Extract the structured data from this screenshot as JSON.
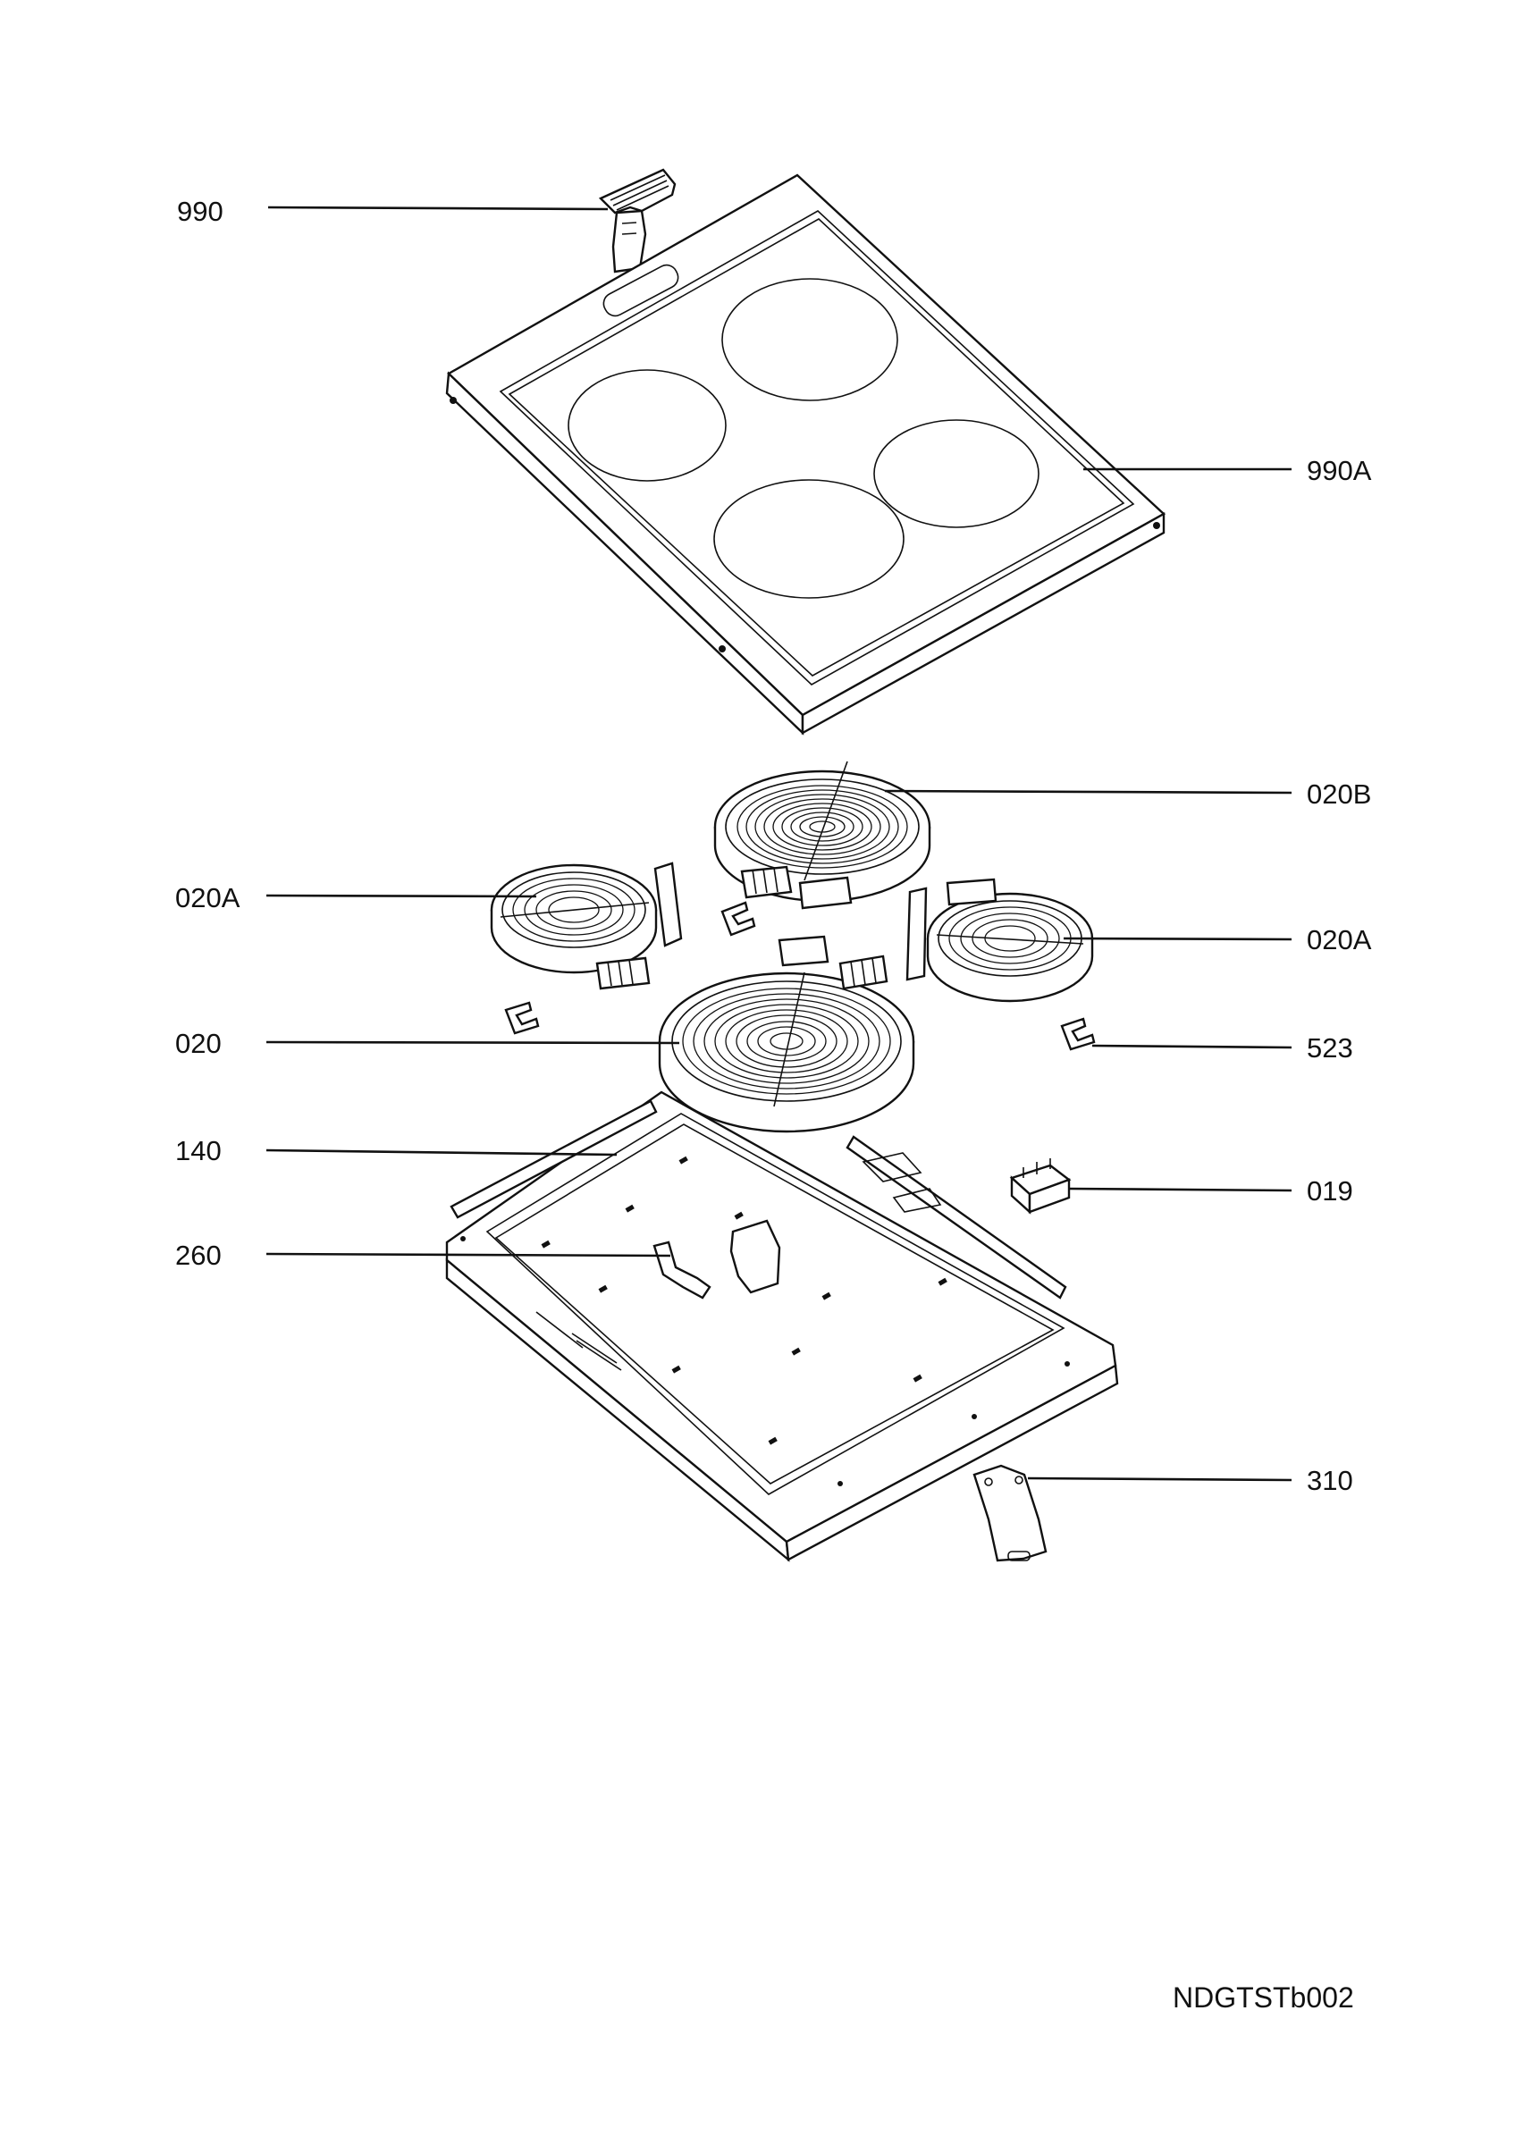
{
  "callouts": [
    {
      "id": "990",
      "text": "990"
    },
    {
      "id": "990A",
      "text": "990A"
    },
    {
      "id": "020B",
      "text": "020B"
    },
    {
      "id": "020A-left",
      "text": "020A"
    },
    {
      "id": "020A-right",
      "text": "020A"
    },
    {
      "id": "020",
      "text": "020"
    },
    {
      "id": "523",
      "text": "523"
    },
    {
      "id": "140",
      "text": "140"
    },
    {
      "id": "019",
      "text": "019"
    },
    {
      "id": "260",
      "text": "260"
    },
    {
      "id": "310",
      "text": "310"
    }
  ],
  "drawing_code": "NDGTSTb002"
}
